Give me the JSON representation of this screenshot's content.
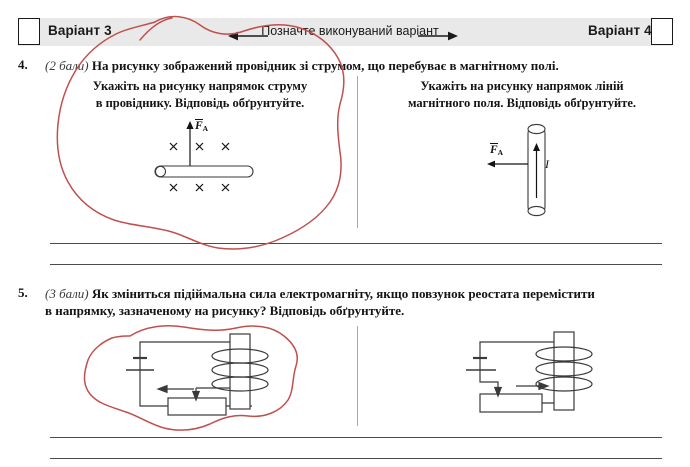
{
  "header": {
    "left_variant": "Варіант 3",
    "right_variant": "Варіант 4",
    "center_instruction": "Позначте виконуваний варіант",
    "left_arrow_icon": "arrow-left-icon",
    "right_arrow_icon": "arrow-right-icon",
    "left_checkbox_checked": false,
    "right_checkbox_checked": false,
    "band_color": "#e9e9e9"
  },
  "questions": [
    {
      "number": "4.",
      "points": "(2 бали)",
      "stem": "На рисунку зображений провідник зі струмом, що перебуває в магнітному полі.",
      "columns": [
        {
          "text_line1": "Укажіть на рисунку напрямок струму",
          "text_line2": "в провіднику. Відповідь обґрунтуйте.",
          "figure": {
            "type": "horizontal-conductor-in-field",
            "force_label": "F",
            "force_subscript": "A",
            "force_direction": "up",
            "field_marker": "×",
            "field_direction": "into-page",
            "markers_above": 3,
            "markers_below": 3
          }
        },
        {
          "text_line1": "Укажіть на рисунку напрямок ліній",
          "text_line2": "магнітного поля. Відповідь обґрунтуйте.",
          "figure": {
            "type": "vertical-conductor-with-current",
            "force_label": "F",
            "force_subscript": "A",
            "force_direction": "left",
            "current_label": "I",
            "current_direction": "up"
          }
        }
      ],
      "answer_lines": 2
    },
    {
      "number": "5.",
      "points": "(3 бали)",
      "stem_line1": "Як зміниться підіймальна сила електромагніту, якщо повзунок  реостата  перемістити",
      "stem_line2": "в напрямку, зазначеному на рисунку? Відповідь обґрунтуйте.",
      "columns": [
        {
          "figure": {
            "type": "electromagnet-circuit",
            "components": [
              "battery",
              "coil",
              "iron-core",
              "rheostat"
            ],
            "coil_turns": 3,
            "slider_arrow_direction": "left"
          }
        },
        {
          "figure": {
            "type": "electromagnet-circuit",
            "components": [
              "battery",
              "coil",
              "iron-core",
              "rheostat"
            ],
            "coil_turns": 3,
            "slider_arrow_direction": "right"
          }
        }
      ],
      "answer_lines": 2
    }
  ],
  "annotations": {
    "ink_color": "#c0504d",
    "marks": [
      {
        "name": "red-circle-q4-left",
        "shape": "hand-drawn-loop",
        "encircles": "question-4-left-column"
      },
      {
        "name": "red-circle-q5-left",
        "shape": "hand-drawn-loop",
        "encircles": "question-5-left-figure"
      }
    ]
  }
}
